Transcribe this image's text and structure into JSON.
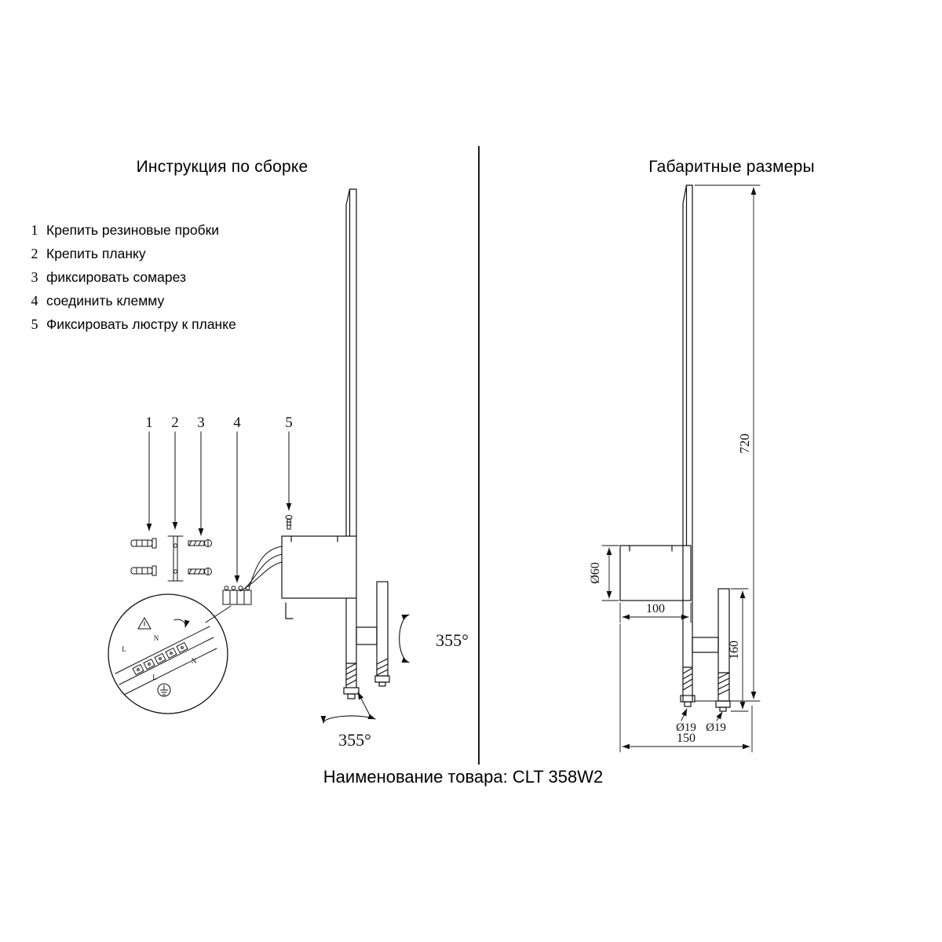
{
  "left_panel": {
    "title": "Инструкция по сборке",
    "steps": [
      {
        "num": "1",
        "text": "Крепить резиновые пробки"
      },
      {
        "num": "2",
        "text": "Крепить планку"
      },
      {
        "num": "3",
        "text": "фиксировать сомарез"
      },
      {
        "num": "4",
        "text": "соединить клемму"
      },
      {
        "num": "5",
        "text": "Фиксировать люстру к планке"
      }
    ],
    "callouts": [
      "1",
      "2",
      "3",
      "4",
      "5"
    ],
    "rotation_side_label": "355°",
    "rotation_bottom_label": "355°",
    "detail_labels": [
      "N",
      "L",
      "N",
      "L"
    ]
  },
  "right_panel": {
    "title": "Габаритные размеры",
    "dimensions": {
      "total_height": "720",
      "body_diameter": "Ø60",
      "body_width": "100",
      "rod_length": "160",
      "tube_diameter_left": "Ø19",
      "tube_diameter_right": "Ø19",
      "base_width": "150"
    }
  },
  "footer": {
    "product_name": "Наименование товара: CLT 358W2"
  },
  "colors": {
    "ink": "#111111",
    "background": "#ffffff"
  }
}
